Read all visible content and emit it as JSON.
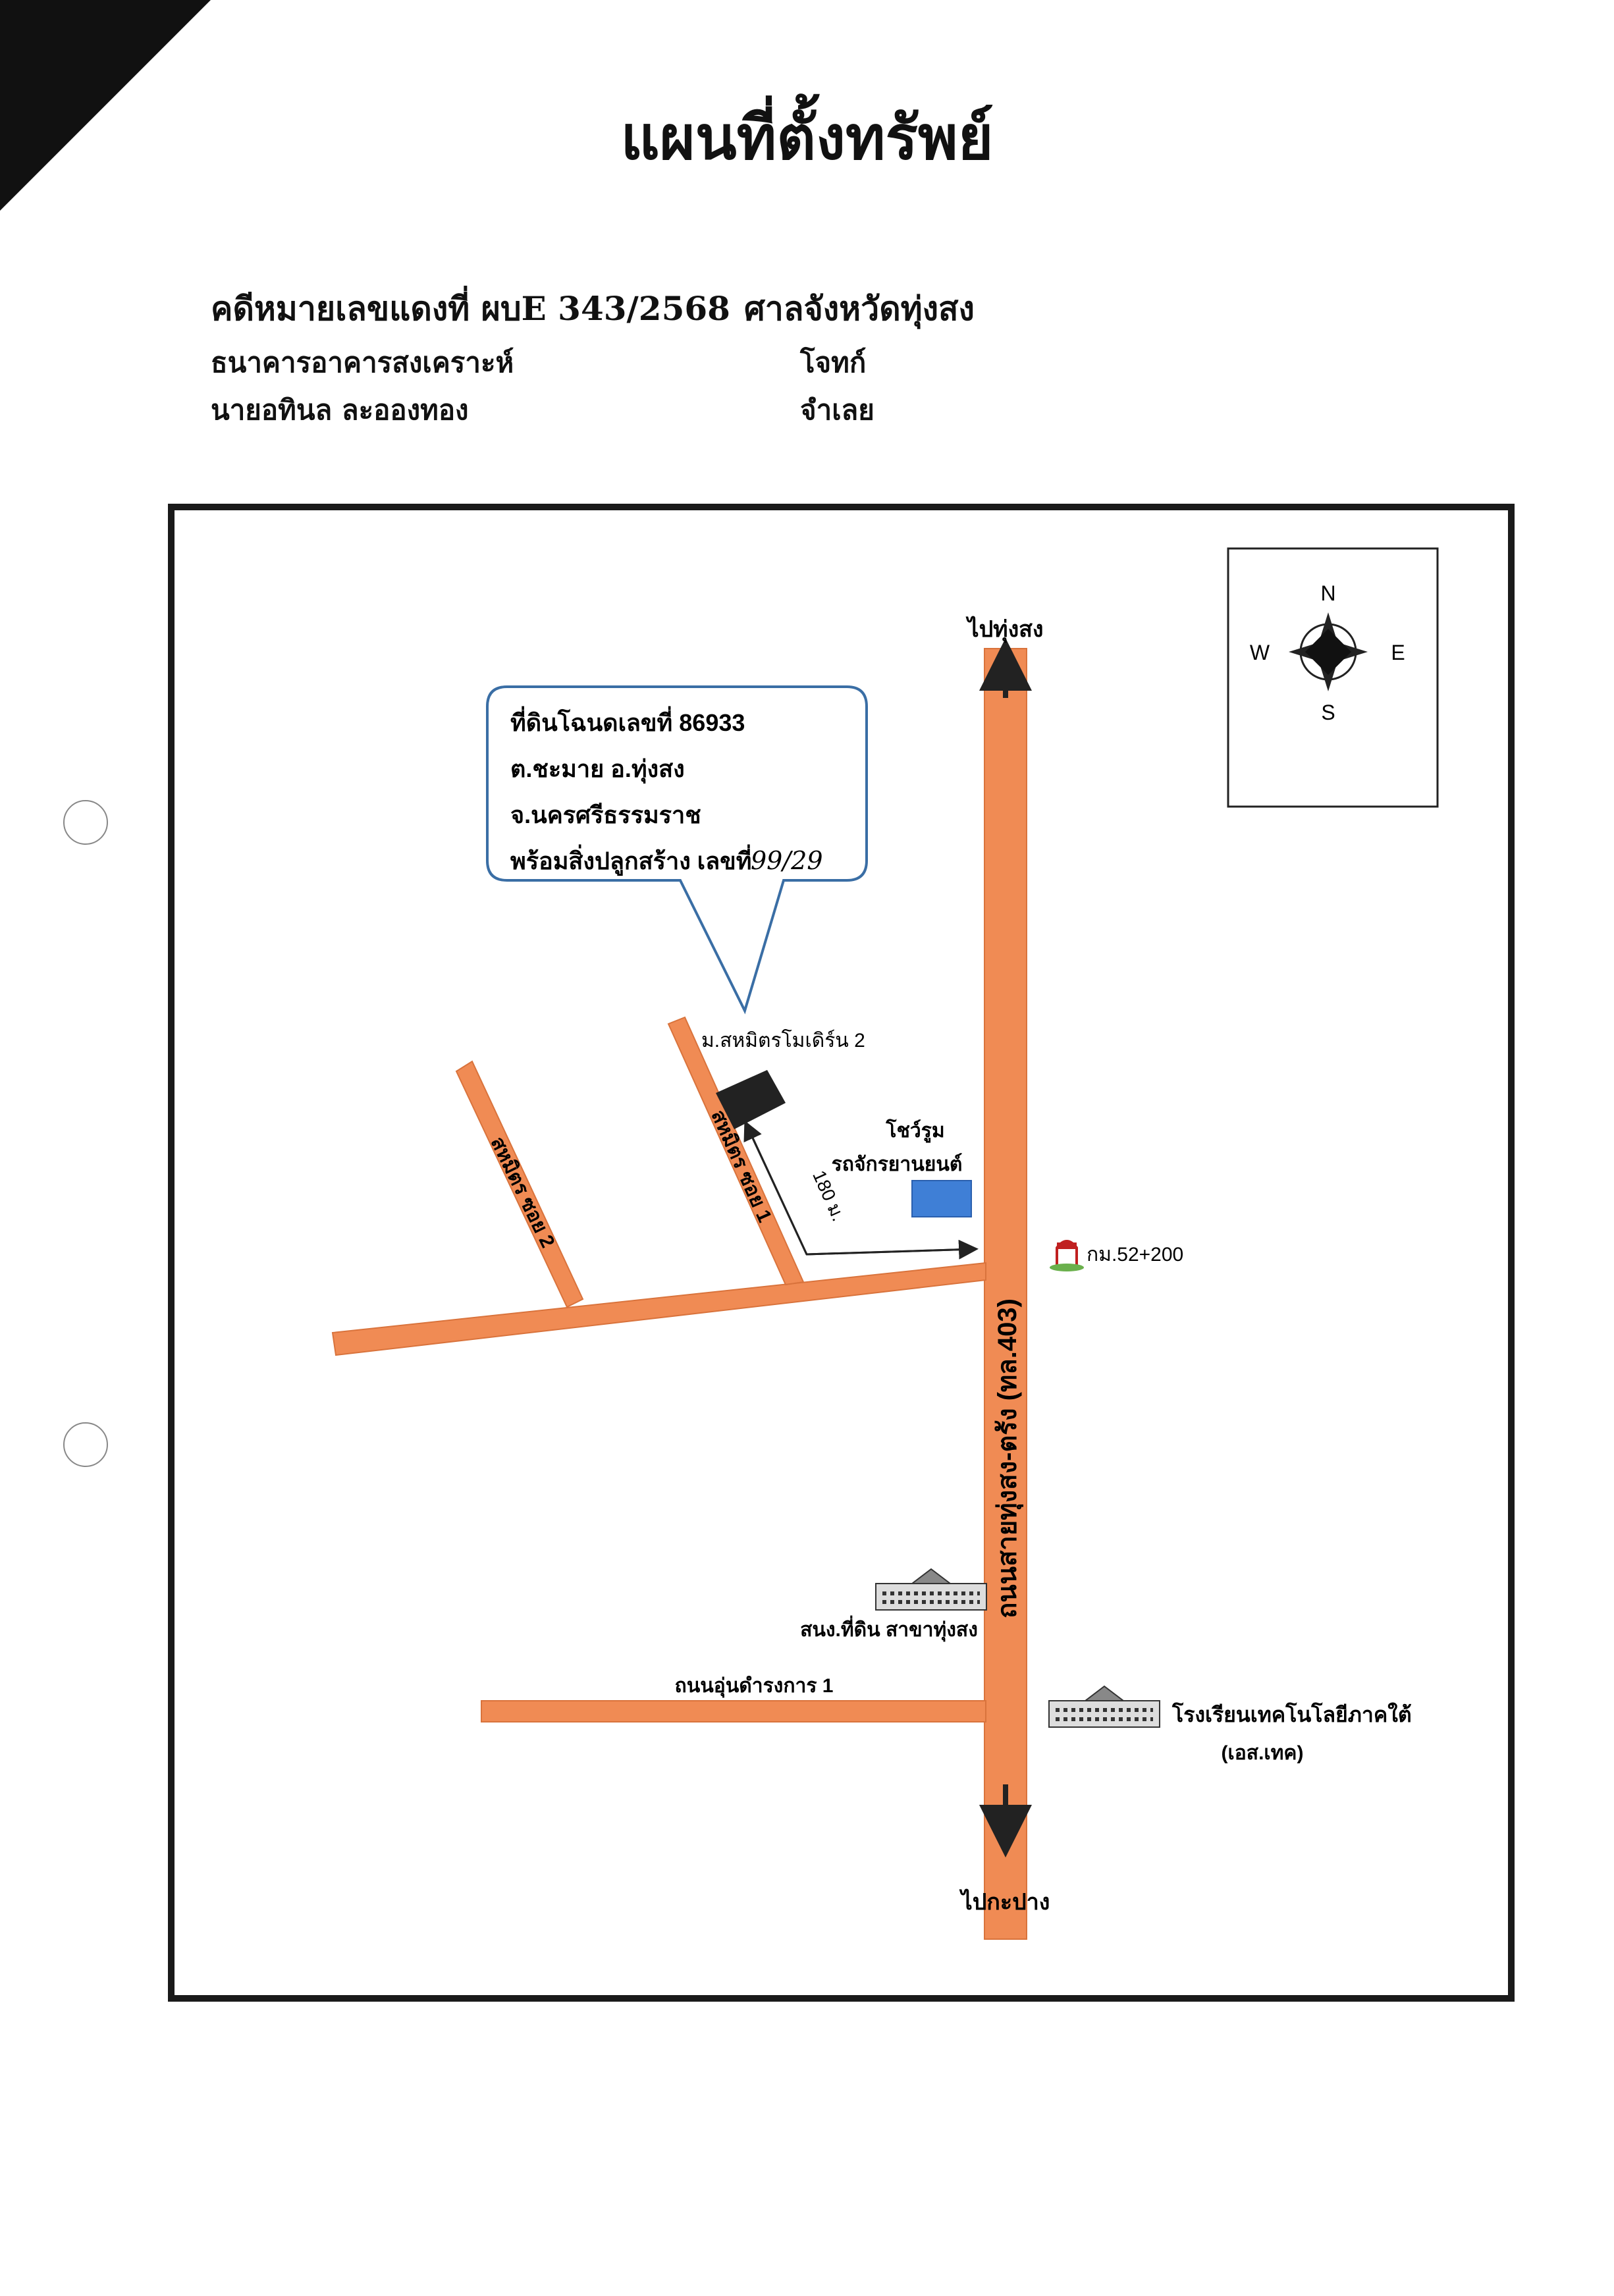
{
  "title": "แผนที่ตั้งทรัพย์",
  "case": {
    "number_label": "คดีหมายเลขแดงที่ ผบE 343/2568",
    "court": "ศาลจังหวัดทุ่งสง",
    "plaintiff": "ธนาคารอาคารสงเคราะห์",
    "plaintiff_role": "โจทก์",
    "defendant": "นายอทินล ละอองทอง",
    "defendant_role": "จำเลย"
  },
  "callout": {
    "line1": "ที่ดินโฉนดเลขที่ 86933",
    "line2": "ต.ชะมาย อ.ทุ่งสง",
    "line3": "จ.นครศรีธรรมราช",
    "line4": "พร้อมสิ่งปลูกสร้าง เลขที่",
    "house_no": "99/29"
  },
  "compass": {
    "n": "N",
    "e": "E",
    "s": "S",
    "w": "W"
  },
  "labels": {
    "to_north": "ไปทุ่งสง",
    "to_south": "ไปกะปาง",
    "main_road": "ถนนสายทุ่งสง-ตรัง (ทล.403)",
    "village": "ม.สหมิตรโมเดิร์น 2",
    "soi1": "สหมิตร ซอย 1",
    "soi2": "สหมิตร ซอย 2",
    "distance": "180 ม.",
    "showroom_1": "โชว์รูม",
    "showroom_2": "รถจักรยานยนต์",
    "km_post": "กม.52+200",
    "land_office": "สนง.ที่ดิน สาขาทุ่งสง",
    "side_road": "ถนนอุ่นดำรงการ 1",
    "school_1": "โรงเรียนเทคโนโลยีภาคใต้",
    "school_2": "(เอส.เทค)"
  },
  "colors": {
    "road": "#f08b54",
    "road_edge": "#d9733c",
    "callout_border": "#3a6ea5",
    "showroom": "#3f7fd6",
    "property": "#222222"
  }
}
